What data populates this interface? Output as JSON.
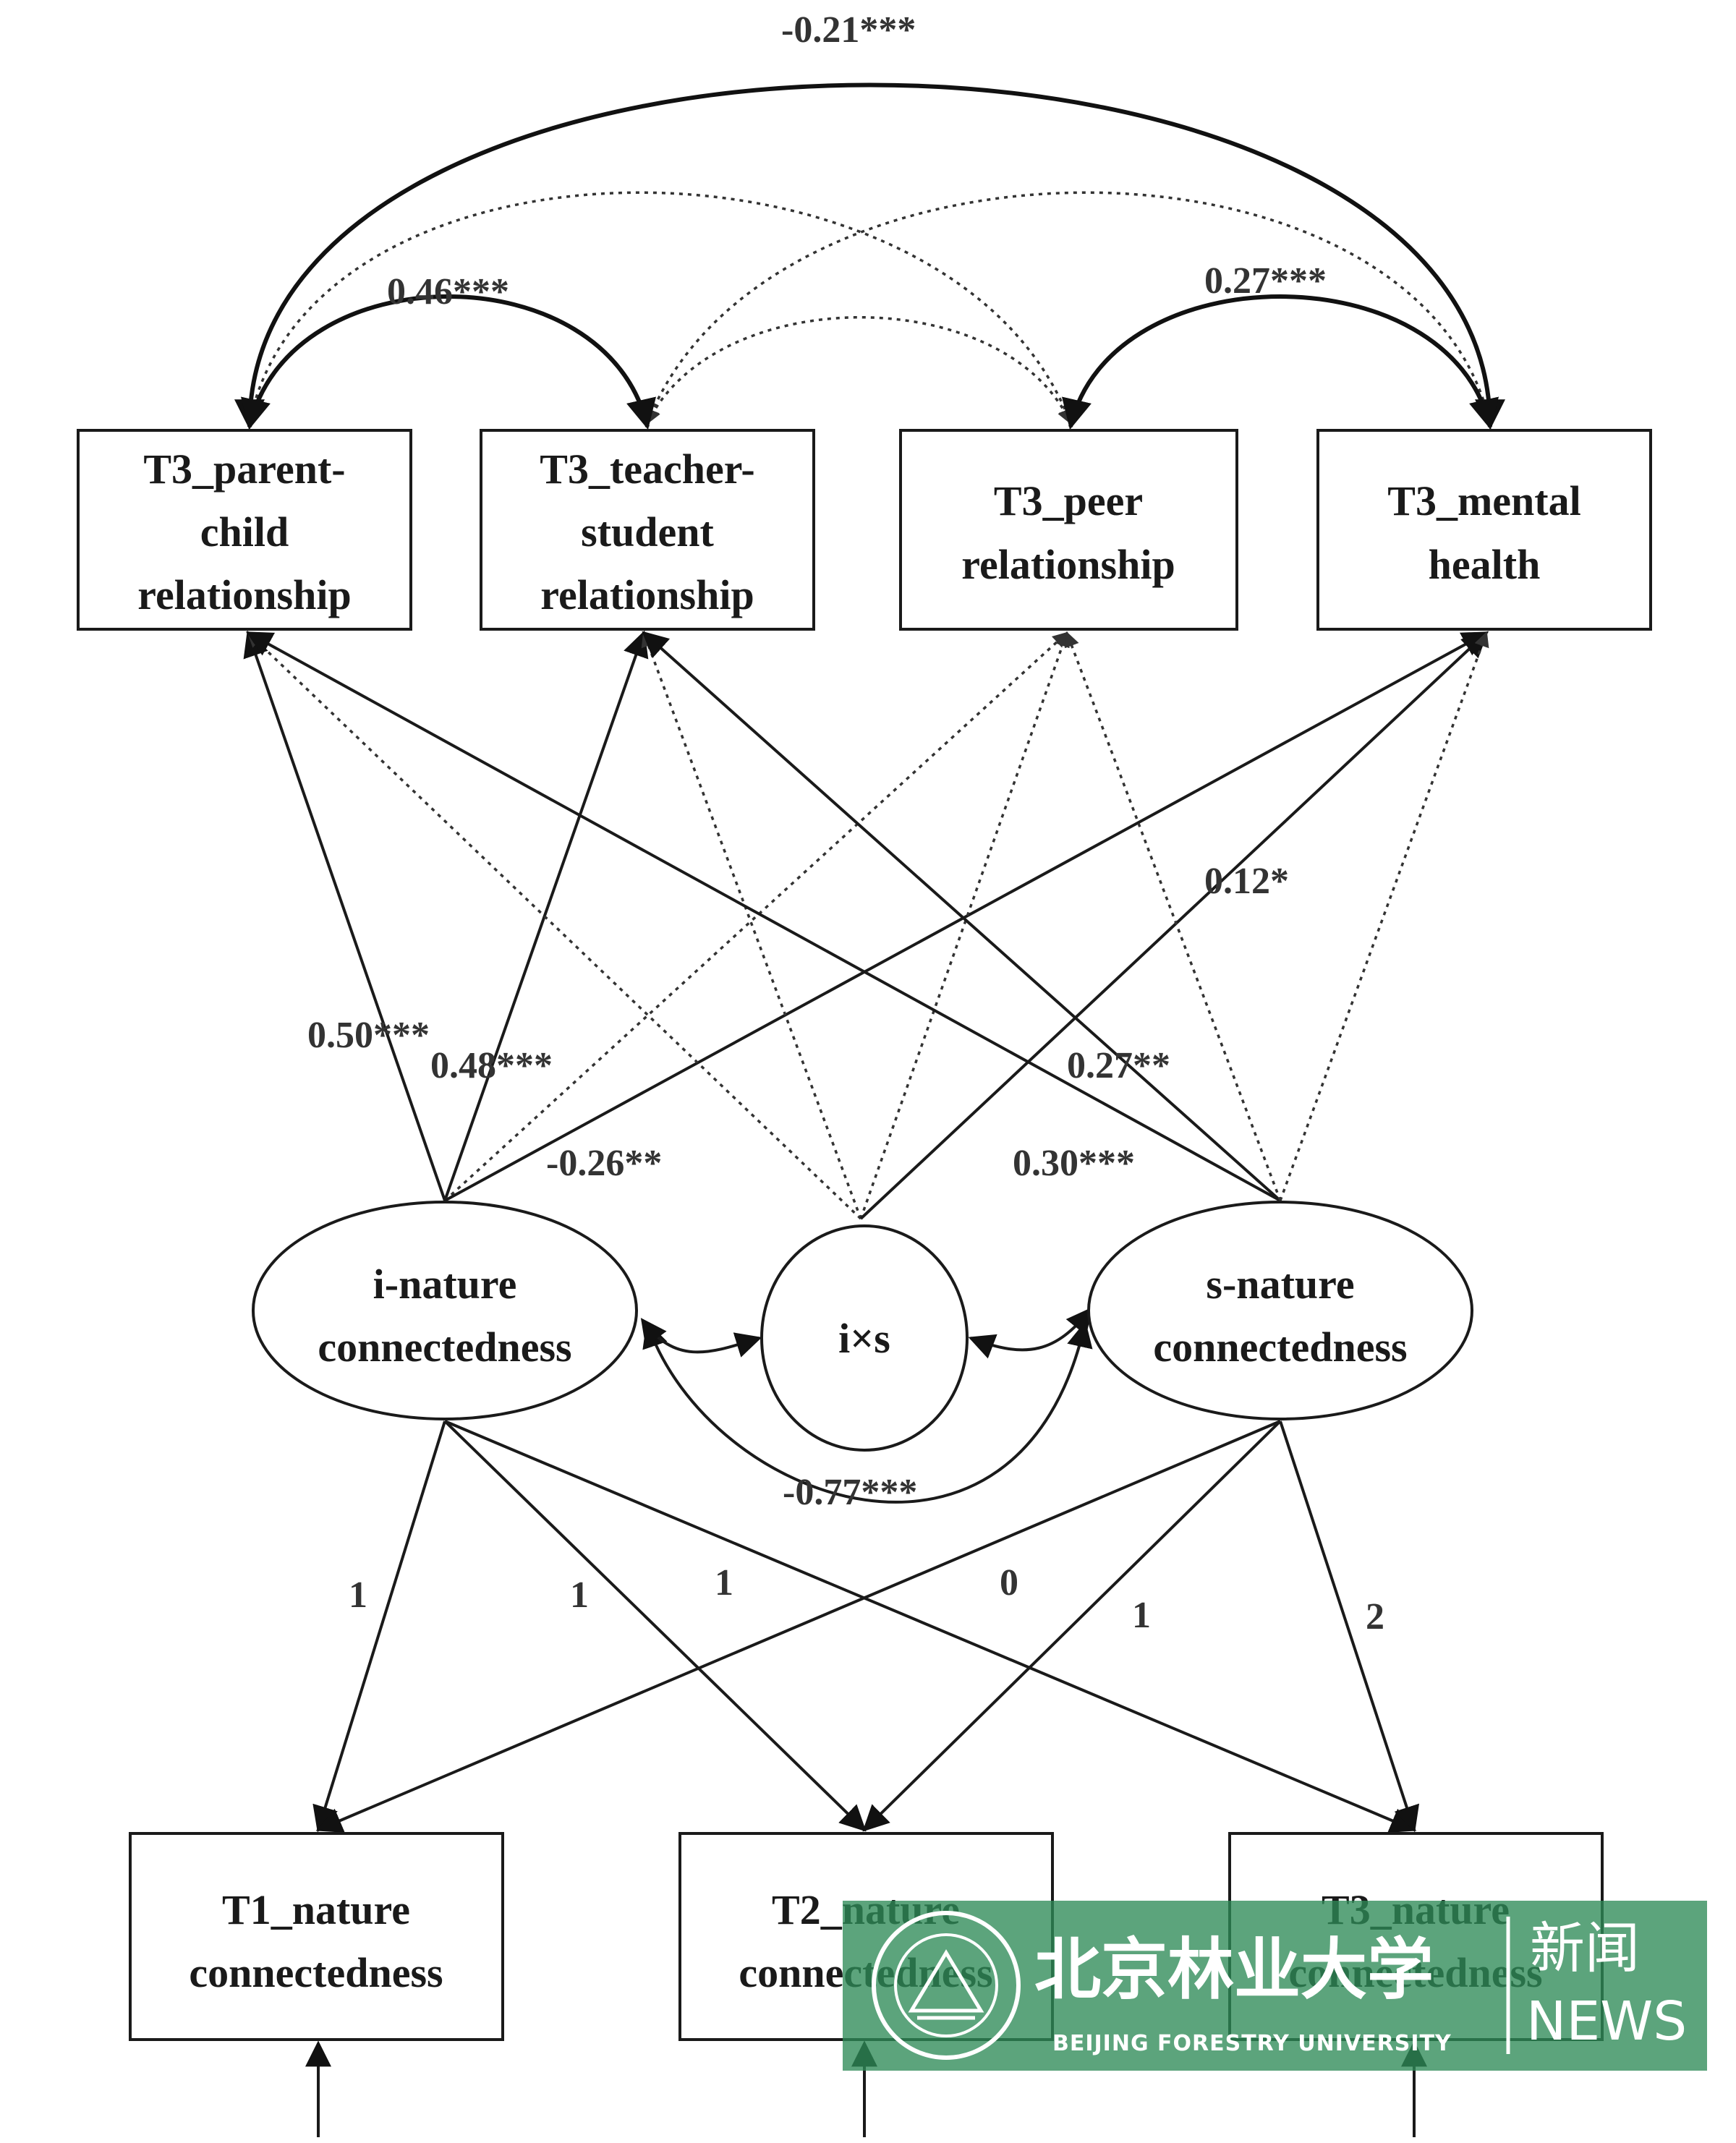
{
  "outcomes": [
    {
      "id": "pc",
      "lines": [
        "T3_parent-",
        "child",
        "relationship"
      ]
    },
    {
      "id": "ts",
      "lines": [
        "T3_teacher-",
        "student",
        "relationship"
      ]
    },
    {
      "id": "peer",
      "lines": [
        "T3_peer",
        "relationship"
      ]
    },
    {
      "id": "mh",
      "lines": [
        "T3_mental",
        "health"
      ]
    }
  ],
  "latents": {
    "i": [
      "i-nature",
      "connectedness"
    ],
    "ixs": "i×s",
    "s": [
      "s-nature",
      "connectedness"
    ]
  },
  "indicators": [
    {
      "id": "t1",
      "lines": [
        "T1_nature",
        "connectedness"
      ]
    },
    {
      "id": "t2",
      "lines": [
        "T2_nature",
        "connectedness"
      ]
    },
    {
      "id": "t3",
      "lines": [
        "T3_nature",
        "connectedness"
      ]
    }
  ],
  "coefficients": {
    "top_covariance": "-0.21***",
    "pc_ts_covariance": "0.46***",
    "peer_mh_covariance": "0.27***",
    "i_to_pc": "0.50***",
    "i_to_ts": "0.48***",
    "i_to_mh": "-0.26**",
    "ixs_to_mh": "0.12*",
    "s_to_pc": "0.27**",
    "s_to_ts": "0.30***",
    "i_s_covariance": "-0.77***"
  },
  "loadings": {
    "i_t1": "1",
    "i_t2": "1",
    "i_t3": "1",
    "s_t1": "0",
    "s_t2": "1",
    "s_t3": "2"
  },
  "watermark": {
    "name_cn": "北京林业大学",
    "news_cn": "新闻",
    "news_en": "NEWS",
    "university_en": "BEIJING FORESTRY UNIVERSITY"
  }
}
